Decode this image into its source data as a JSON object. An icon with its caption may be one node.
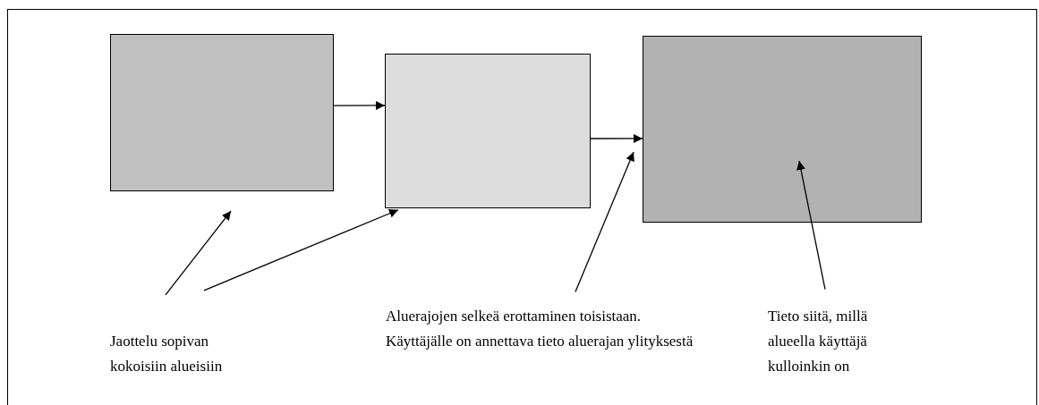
{
  "diagram": {
    "nodes": [
      {
        "text": [],
        "shape": "box"
      },
      {
        "text": [],
        "shape": "box"
      },
      {
        "text": [],
        "shape": "box"
      },
      {
        "text": [
          "Jaottelu sopivan kokoisiin alueisiin"
        ]
      },
      {
        "text": [
          "Aluerajojen selkeä erottaminen toisistaan. Käyttäjälle on annettava tieto aluerajan ylityksestä"
        ]
      },
      {
        "text": [
          "Tieto siitä, millä alueella käyttäjä kulloinkin on"
        ]
      }
    ],
    "edges": [
      {
        "from": 0,
        "to": 1,
        "arrow": "to"
      },
      {
        "from": 1,
        "to": 2,
        "arrow": "to"
      },
      {
        "from": 3,
        "to": 0,
        "arrow": "to"
      },
      {
        "from": 3,
        "to": 1,
        "arrow": "to"
      },
      {
        "from": 4,
        "to": 2,
        "arrow": "to"
      },
      {
        "from": 5,
        "to": 2,
        "arrow": "to"
      }
    ]
  }
}
